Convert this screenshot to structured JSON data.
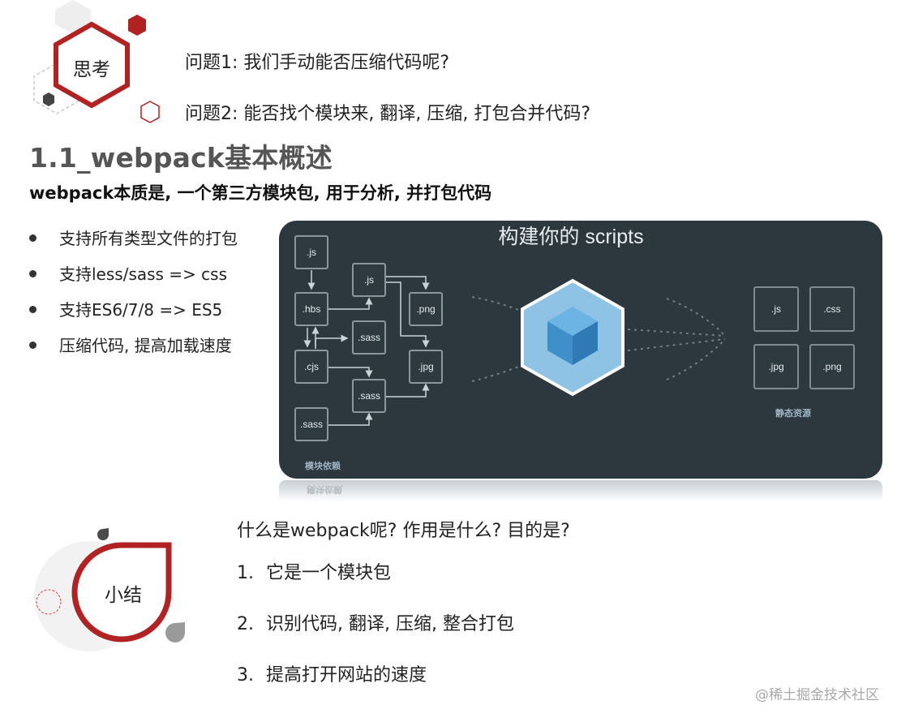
{
  "think": {
    "badge": "思考",
    "q1": "问题1: 我们手动能否压缩代码呢?",
    "q2": "问题2: 能否找个模块来, 翻译, 压缩, 打包合并代码?"
  },
  "section": {
    "heading": "1.1_webpack基本概述",
    "subtitle": "webpack本质是, 一个第三方模块包, 用于分析, 并打包代码",
    "bullets": [
      "支持所有类型文件的打包",
      "支持less/sass => css",
      "支持ES6/7/8 => ES5",
      "压缩代码, 提高加载速度"
    ]
  },
  "diagram": {
    "title": "构建你的 scripts",
    "left_caption": "模块依赖",
    "right_caption": "静态资源",
    "input_modules": {
      "js1": ".js",
      "hbs": ".hbs",
      "cjs": ".cjs",
      "sass1": ".sass",
      "js2": ".js",
      "sass2": ".sass",
      "sass3": ".sass",
      "png": ".png",
      "jpg": ".jpg"
    },
    "output_assets": [
      ".js",
      ".css",
      ".jpg",
      ".png"
    ],
    "colors": {
      "background": "#2c373e",
      "cube": "#5aa6d8"
    }
  },
  "summary": {
    "badge": "小结",
    "question": "什么是webpack呢? 作用是什么? 目的是?",
    "items": [
      {
        "num": "1.",
        "text": "它是一个模块包"
      },
      {
        "num": "2.",
        "text": "识别代码, 翻译, 压缩, 整合打包"
      },
      {
        "num": "3.",
        "text": "提高打开网站的速度"
      }
    ]
  },
  "watermark": "@稀土掘金技术社区",
  "colors": {
    "accent_red": "#b22222",
    "heading_gray": "#555555"
  }
}
